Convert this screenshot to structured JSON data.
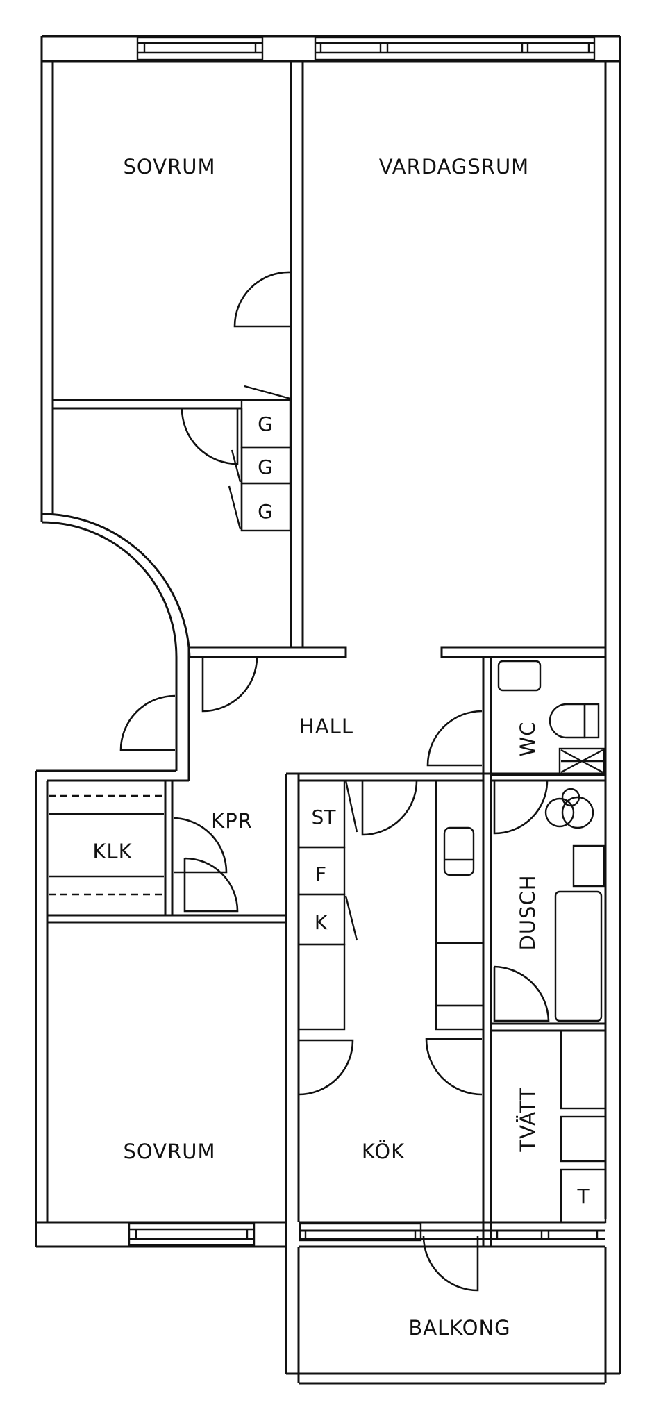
{
  "rooms": {
    "sovrum_top": "SOVRUM",
    "vardagsrum": "VARDAGSRUM",
    "hall": "HALL",
    "kpr": "KPR",
    "klk": "KLK",
    "wc": "WC",
    "dusch": "DUSCH",
    "sovrum_bottom": "SOVRUM",
    "kok": "KÖK",
    "tvatt": "TVÄTT",
    "balkong": "BALKONG"
  },
  "fixtures": {
    "wardrobe_1": "G",
    "wardrobe_2": "G",
    "wardrobe_3": "G",
    "kitchen_st": "ST",
    "kitchen_f": "F",
    "kitchen_k": "K",
    "tvatt_t": "T"
  },
  "colors": {
    "line": "#111111",
    "background": "#ffffff"
  }
}
